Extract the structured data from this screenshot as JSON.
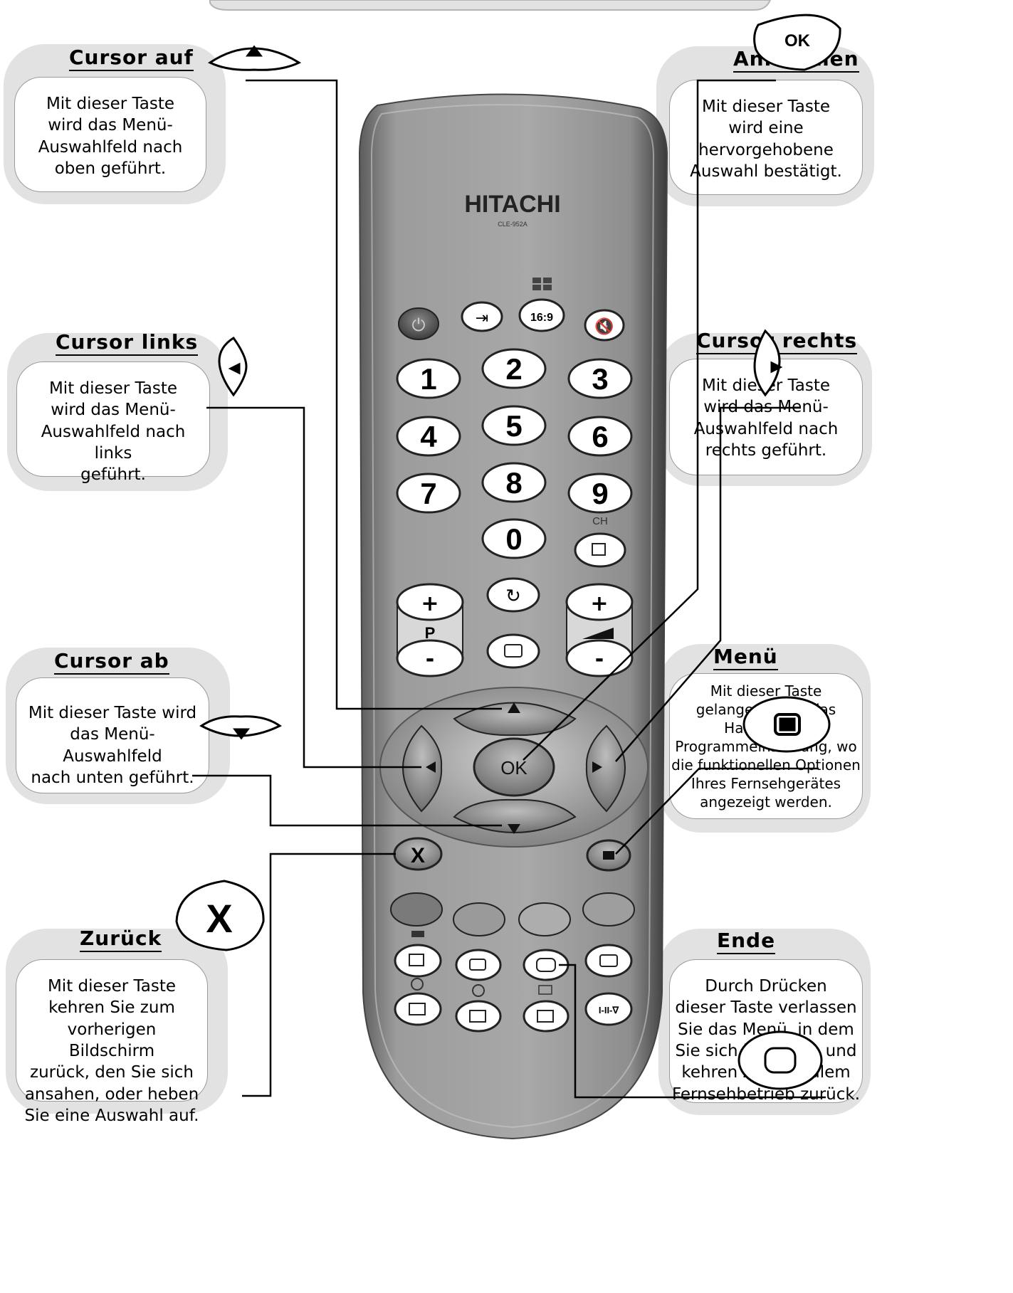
{
  "callouts": {
    "cursor_up": {
      "title": "Cursor auf",
      "lines": [
        "Mit dieser Taste",
        "wird das Menü-",
        "Auswahlfeld nach",
        "oben geführt."
      ]
    },
    "accept": {
      "title": "Annehmen",
      "lines": [
        "Mit dieser Taste",
        "wird eine",
        "hervorgehobene",
        "Auswahl bestätigt."
      ]
    },
    "cursor_left": {
      "title": "Cursor links",
      "lines": [
        "Mit dieser Taste",
        "wird das Menü-",
        "Auswahlfeld nach links",
        "geführt."
      ]
    },
    "cursor_right": {
      "title": "Cursor rechts",
      "lines": [
        "Mit dieser Taste",
        "wird das Menü-",
        "Auswahlfeld nach",
        "rechts geführt."
      ]
    },
    "cursor_down": {
      "title": "Cursor ab",
      "lines": [
        "Mit dieser Taste wird",
        "das Menü-Auswahlfeld",
        "nach unten geführt."
      ]
    },
    "menu": {
      "title": "Menü",
      "lines": [
        "Mit dieser Taste",
        "gelangen Sie in das",
        "Hauptmenü",
        "Programmeinstellung, wo",
        "die funktionellen Optionen",
        "Ihres Fernsehgerätes",
        "angezeigt werden."
      ]
    },
    "back": {
      "title": "Zurück",
      "lines": [
        "Mit dieser Taste",
        "kehren Sie zum",
        "vorherigen Bildschirm",
        "zurück, den Sie sich",
        "ansahen, oder heben",
        "Sie eine Auswahl auf."
      ]
    },
    "end": {
      "title": "Ende",
      "lines": [
        "Durch Drücken",
        "dieser Taste verlassen",
        "Sie das Menü, in dem",
        "Sie sich befinden, und",
        "kehren zu normalem",
        "Fernsehbetrieb zurück."
      ]
    }
  },
  "icons": {
    "ok_label": "OK",
    "back_label": "X"
  },
  "remote": {
    "brand": "HITACHI",
    "model": "CLE-952A",
    "digits": [
      "1",
      "2",
      "3",
      "4",
      "5",
      "6",
      "7",
      "8",
      "9",
      "0"
    ],
    "aspect_label": "16:9",
    "ch_label": "CH",
    "plus_label": "+",
    "minus_label": "-",
    "p_label": "P",
    "ok_label": "OK",
    "x_label": "X",
    "sound_label": "I-II-∇"
  }
}
